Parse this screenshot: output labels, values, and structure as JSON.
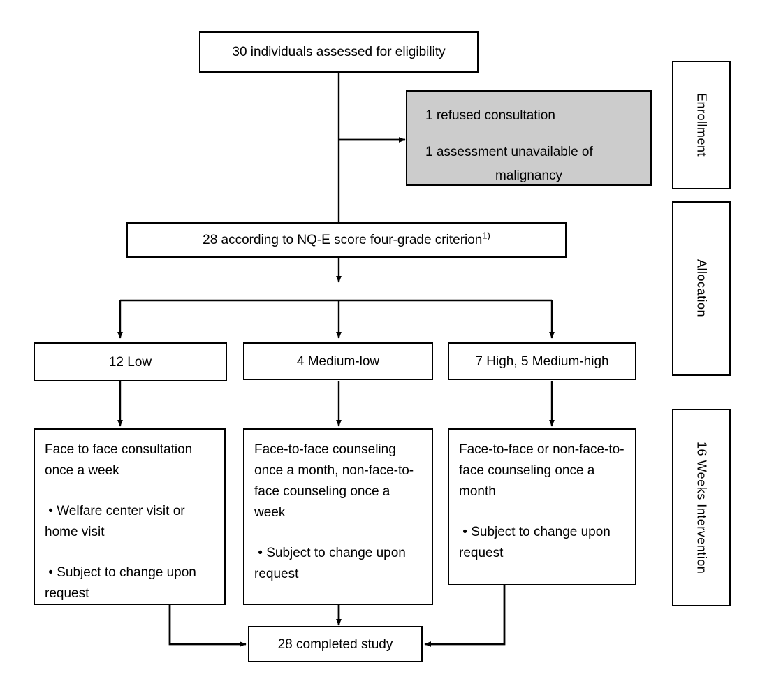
{
  "diagram": {
    "title": "CONSORT-style participant flow diagram",
    "colors": {
      "stroke": "#000000",
      "box_fill": "#ffffff",
      "excluded_fill": "#cccccc",
      "background": "#ffffff"
    },
    "nodes": {
      "enrollment_assessed": {
        "text": "30 individuals assessed for eligibility"
      },
      "excluded": {
        "line1": "1 refused consultation",
        "line2": "1 assessment unavailable of",
        "line3": "malignancy"
      },
      "allocated": {
        "text_main": "28 according to NQ-E score four-grade criterion",
        "superscript": "1)"
      },
      "group_low": {
        "text": "12 Low"
      },
      "group_medium_low": {
        "text": "4 Medium-low"
      },
      "group_high": {
        "text": "7 High, 5 Medium-high"
      },
      "intervention_low": {
        "para1": "Face to face consultation once a week",
        "para2": " • Welfare center visit or home visit",
        "para3": " • Subject to change upon request"
      },
      "intervention_medium_low": {
        "para1": "Face-to-face counseling once a month, non-face-to-face counseling once a week",
        "para2": " • Subject to change upon request"
      },
      "intervention_high": {
        "para1": "Face-to-face or non-face-to-face counseling once a month",
        "para2": " • Subject to change upon request"
      },
      "completed": {
        "text": "28 completed study"
      }
    },
    "phases": [
      {
        "id": "enrollment",
        "label": "Enrollment"
      },
      {
        "id": "allocation",
        "label": "Allocation"
      },
      {
        "id": "intervention",
        "label": "16 Weeks Intervention"
      }
    ]
  }
}
